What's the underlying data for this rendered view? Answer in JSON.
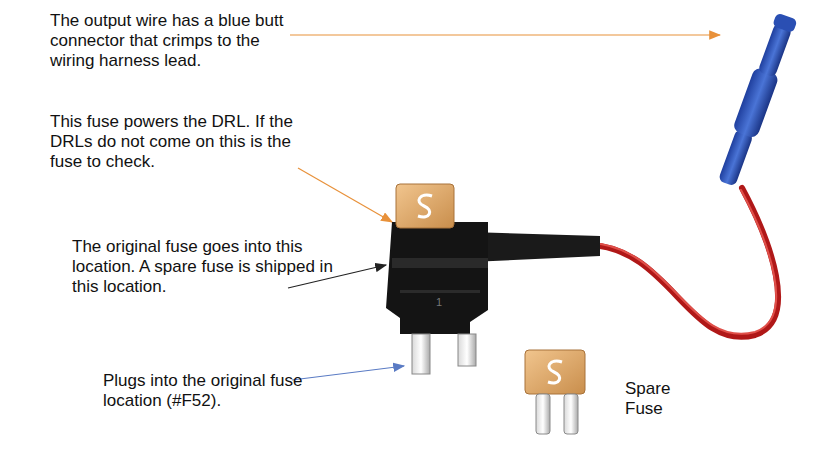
{
  "diagram": {
    "labels": [
      "The output wire has a blue butt connector that crimps to the wiring harness lead.",
      "This fuse powers the DRL. If the DRLs do not come on this is the fuse to check.",
      "The original fuse goes into this location. A spare fuse is shipped in this location.",
      "Plugs into the original fuse location (#F52).",
      "Spare Fuse",
      "1"
    ]
  }
}
